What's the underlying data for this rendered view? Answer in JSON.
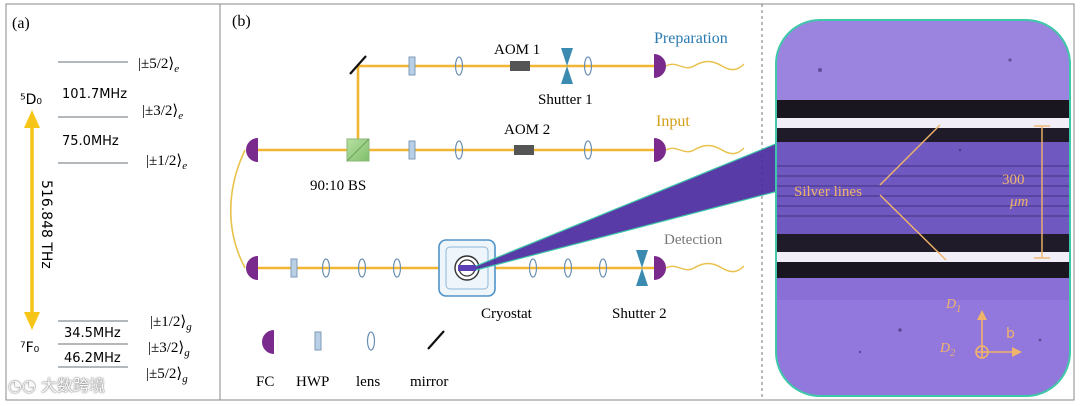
{
  "colors": {
    "beam": "#f2b632",
    "fiber": "#e8c24a",
    "fiber_coupler": "#7a2a8c",
    "aom": "#555555",
    "shutter": "#3b8bb0",
    "bs": "#9fd08a",
    "hwp": "#b9cfe6",
    "lens": "#6a8fb3",
    "cryostat": "#4f93c9",
    "energy_arrow": "#f5c518",
    "micro_bg": "#8a6fd6",
    "micro_border": "#3ec7a8",
    "micro_annot": "#f0b36a",
    "preparation_label": "#2a7ab0",
    "input_label": "#d4a017",
    "detection_label": "#777777"
  },
  "panel_a": {
    "label": "(a)",
    "upper_term": "⁵D₀",
    "lower_term": "⁷F₀",
    "transition": "516.848 THz",
    "upper_levels": [
      "|±5/2⟩",
      "|±3/2⟩",
      "|±1/2⟩"
    ],
    "upper_splittings": [
      "101.7MHz",
      "75.0MHz"
    ],
    "lower_levels": [
      "|±1/2⟩",
      "|±3/2⟩",
      "|±5/2⟩"
    ],
    "lower_splittings": [
      "34.5MHz",
      "46.2MHz"
    ],
    "e_sub": "e",
    "g_sub": "g"
  },
  "panel_b": {
    "label": "(b)",
    "aom1": "AOM 1",
    "aom2": "AOM 2",
    "shutter1": "Shutter 1",
    "shutter2": "Shutter 2",
    "preparation": "Preparation",
    "input": "Input",
    "detection": "Detection",
    "bs": "90:10 BS",
    "cryostat": "Cryostat",
    "legend": [
      "FC",
      "HWP",
      "lens",
      "mirror"
    ]
  },
  "panel_c": {
    "annotation": "Silver lines",
    "scale_value": "300",
    "scale_unit": "μm",
    "axis_d1": "D",
    "axis_d1_sub": "1",
    "axis_d2": "D",
    "axis_d2_sub": "2",
    "axis_b": "b"
  },
  "watermark": "大数跨境"
}
